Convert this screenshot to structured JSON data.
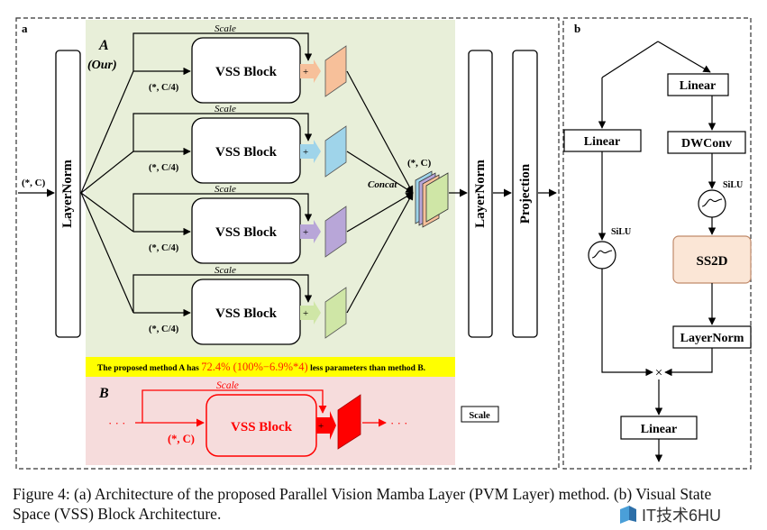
{
  "panel_a": {
    "label": "a",
    "input_dim": "(*, C)",
    "layernorm_left": "LayerNorm",
    "method_a_title": "A",
    "method_a_subtitle": "(Our)",
    "branches": [
      {
        "scale": "Scale",
        "dim": "(*, C/4)",
        "block": "VSS Block",
        "plus": "+",
        "color": "#f7c09a"
      },
      {
        "scale": "Scale",
        "dim": "(*, C/4)",
        "block": "VSS Block",
        "plus": "+",
        "color": "#9fd4ea"
      },
      {
        "scale": "Scale",
        "dim": "(*, C/4)",
        "block": "VSS Block",
        "plus": "+",
        "color": "#b8a6d8"
      },
      {
        "scale": "Scale",
        "dim": "(*, C/4)",
        "block": "VSS Block",
        "plus": "+",
        "color": "#cfe6a6"
      }
    ],
    "concat_label": "Concat",
    "concat_dim": "(*, C)",
    "layernorm_right": "LayerNorm",
    "projection": "Projection",
    "note_prefix": "The proposed method A has ",
    "note_highlight": "72.4% (100%−6.9%*4)",
    "note_suffix": " less parameters than method B.",
    "method_b_title": "B",
    "method_b": {
      "scale": "Scale",
      "dim": "(*, C)",
      "block": "VSS Block",
      "plus": "+",
      "dots_left": "· · ·",
      "dots_right": "· · ·"
    },
    "legend_scale": "Scale",
    "colors": {
      "green_bg": "#e8efd9",
      "pink_bg": "#f6dcdc",
      "note_bg": "#ffff00",
      "highlight": "#ff2200",
      "method_b_red": "#ff0000"
    }
  },
  "panel_b": {
    "label": "b",
    "linear_top": "Linear",
    "linear_left": "Linear",
    "dwconv": "DWConv",
    "silu_right": "SiLU",
    "silu_left": "SiLU",
    "ss2d": "SS2D",
    "layernorm": "LayerNorm",
    "multiply": "×",
    "linear_bottom": "Linear",
    "ss2d_color": "#fbe6d6"
  },
  "caption": "Figure 4: (a) Architecture of the proposed Parallel Vision Mamba Layer (PVM Layer) method. (b) Visual State Space (VSS) Block Architecture.",
  "watermark": "IT技术6HU"
}
